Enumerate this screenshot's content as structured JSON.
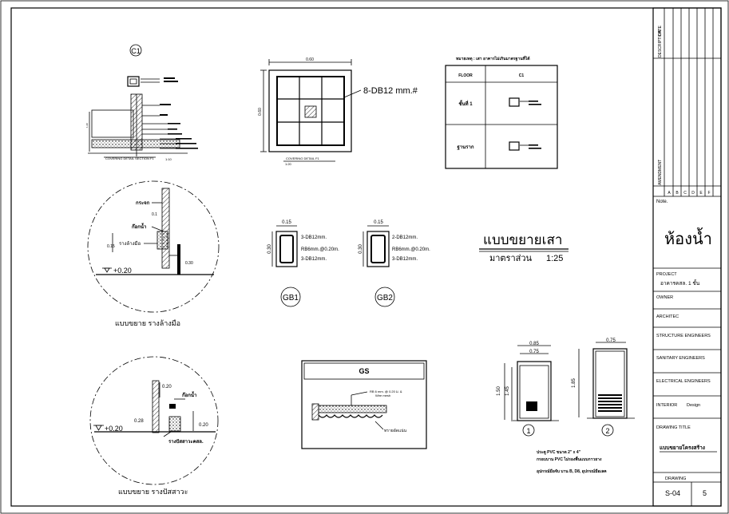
{
  "detail_c1": {
    "marker": "C1",
    "caption": "COVERING DETAIL SECTION F1",
    "scale": "1:10"
  },
  "column_plan": {
    "dim_width": "0.60",
    "dim_height": "0.60",
    "rebar_label": "8-DB12 mm.#",
    "caption": "COVERING DETAIL F1",
    "scale": "1:20"
  },
  "column_schedule": {
    "title": "หมายเหตุ : เสา อาคารไม่เกินมาตรฐานที่ได้",
    "col_floor": "FLOOR",
    "col_c1": "C1",
    "rows": [
      {
        "floor": "ชั้นที่ 1"
      },
      {
        "floor": "ฐานราก"
      }
    ]
  },
  "sink_detail": {
    "label_wall": "กระจก",
    "label_top": "ก๊อกน้ำ",
    "label_sink": "รางล้างมือ",
    "dim_01": "0.1",
    "dim_015": "0.15",
    "dim_030": "0.30",
    "level": "+0.20",
    "caption": "แบบขยาย  รางล้างมือ"
  },
  "urinal_detail": {
    "dim_020a": "0.20",
    "label_faucet": "ก๊อกน้ำ",
    "dim_028": "0.28",
    "dim_020b": "0.20",
    "label_trough": "รางปัสสาวะคสล.",
    "level": "+0.20",
    "caption": "แบบขยาย  รางปัสสาวะ"
  },
  "beams": {
    "gb1": {
      "name": "GB1",
      "width": "0.15",
      "height": "0.30",
      "notes": [
        "3-DB12mm.",
        "RB6mm.@0.20m.",
        "3-DB12mm."
      ]
    },
    "gb2": {
      "name": "GB2",
      "width": "0.15",
      "height": "0.30",
      "notes": [
        "2-DB12mm.",
        "RB6mm.@0.20m.",
        "3-DB12mm."
      ]
    }
  },
  "heading": {
    "title": "แบบขยายเสา",
    "scale_label": "มาตราส่วน",
    "scale_value": "1:25"
  },
  "gs_detail": {
    "title": "GS",
    "note": "RB 6 mm. @ 0.20 ม. &",
    "note2": "Wire mesh",
    "label_bottom": "ทรายอัดแน่น"
  },
  "doors": {
    "d1": {
      "marker": "1",
      "w_outer": "0.85",
      "w_inner": "0.75",
      "h_outer": "1.50",
      "h_inner": "1.45"
    },
    "d2": {
      "marker": "2",
      "w": "0.75",
      "h": "1.85"
    },
    "notes": [
      "ประตู PVC ขนาด 2\" x 4\"",
      "กรอบบาน PVC ไม่รองพื้นแบบกาวยาง",
      "อุปกรณ์มือจับ บาน B, D8, อุปกรณ์มือเลค"
    ]
  },
  "title_block": {
    "rev_header_date": "DATE",
    "rev_header_desc": "DESCRIPTION",
    "amendment": "AMENDMENT",
    "rev_letters": [
      "A",
      "B",
      "C",
      "D",
      "E",
      "F"
    ],
    "note": "Note.",
    "room_name": "ห้องน้ำ",
    "project_label": "PROJECT",
    "project_value": "อาคารคสล. 1 ชั้น",
    "owner": "OWNER",
    "architect": "ARCHITEC",
    "structure": "STRUCTURE  ENGINEERS",
    "sanitary": "SANITARY  ENGINEERS",
    "electrical": "ELECTRICAL   ENGINEERS",
    "interior_label": "INTERIOR",
    "interior_value": "Design",
    "drawing_title_label": "DRAWING  TITLE",
    "drawing_title_value": "แบบขยายโครงสร้าง",
    "drawing_label": "DRAWING",
    "drawing_no": "S-04",
    "sheet": "5"
  }
}
